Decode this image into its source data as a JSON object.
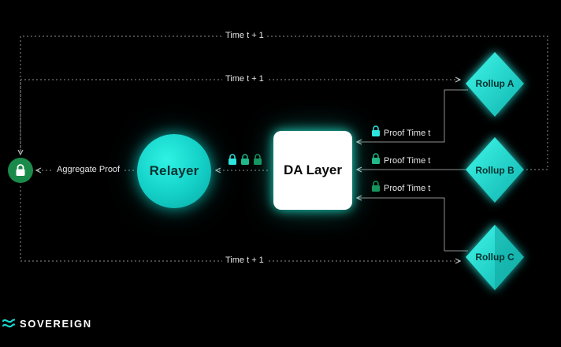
{
  "diagram": {
    "top_loop_label": "Time t + 1",
    "rollup_a_feedback_label": "Time t + 1",
    "rollup_c_feedback_label": "Time t + 1",
    "aggregate_proof_label": "Aggregate Proof",
    "relayer_label": "Relayer",
    "da_layer_label": "DA Layer",
    "proof_a_label": "Proof Time t",
    "proof_b_label": "Proof Time t",
    "proof_c_label": "Proof Time t",
    "rollups": [
      {
        "label": "Rollup A"
      },
      {
        "label": "Rollup B"
      },
      {
        "label": "Rollup C"
      }
    ],
    "lock_colors": {
      "rollup_a": "#2fe6df",
      "rollup_b": "#22b889",
      "rollup_c": "#17935c",
      "aggregate": "#1a8a4a"
    }
  },
  "brand": {
    "name": "SOVEREIGN"
  },
  "colors": {
    "background": "#000000",
    "accent_teal": "#18d6cc",
    "line": "#9a9a9a"
  }
}
